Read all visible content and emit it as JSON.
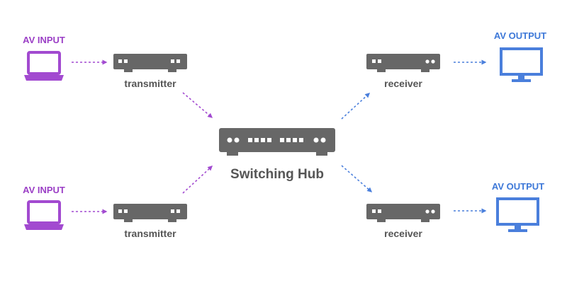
{
  "colors": {
    "input": "#9b3fc6",
    "output": "#3d78d8",
    "device": "#676767",
    "text": "#555555"
  },
  "inputs": [
    {
      "label": "AV INPUT",
      "icon": "laptop-icon"
    },
    {
      "label": "AV INPUT",
      "icon": "laptop-icon"
    }
  ],
  "transmitters": [
    {
      "label": "transmitter"
    },
    {
      "label": "transmitter"
    }
  ],
  "hub": {
    "label": "Switching Hub"
  },
  "receivers": [
    {
      "label": "receiver"
    },
    {
      "label": "receiver"
    }
  ],
  "outputs": [
    {
      "label": "AV OUTPUT",
      "icon": "monitor-icon"
    },
    {
      "label": "AV OUTPUT",
      "icon": "monitor-icon"
    }
  ]
}
